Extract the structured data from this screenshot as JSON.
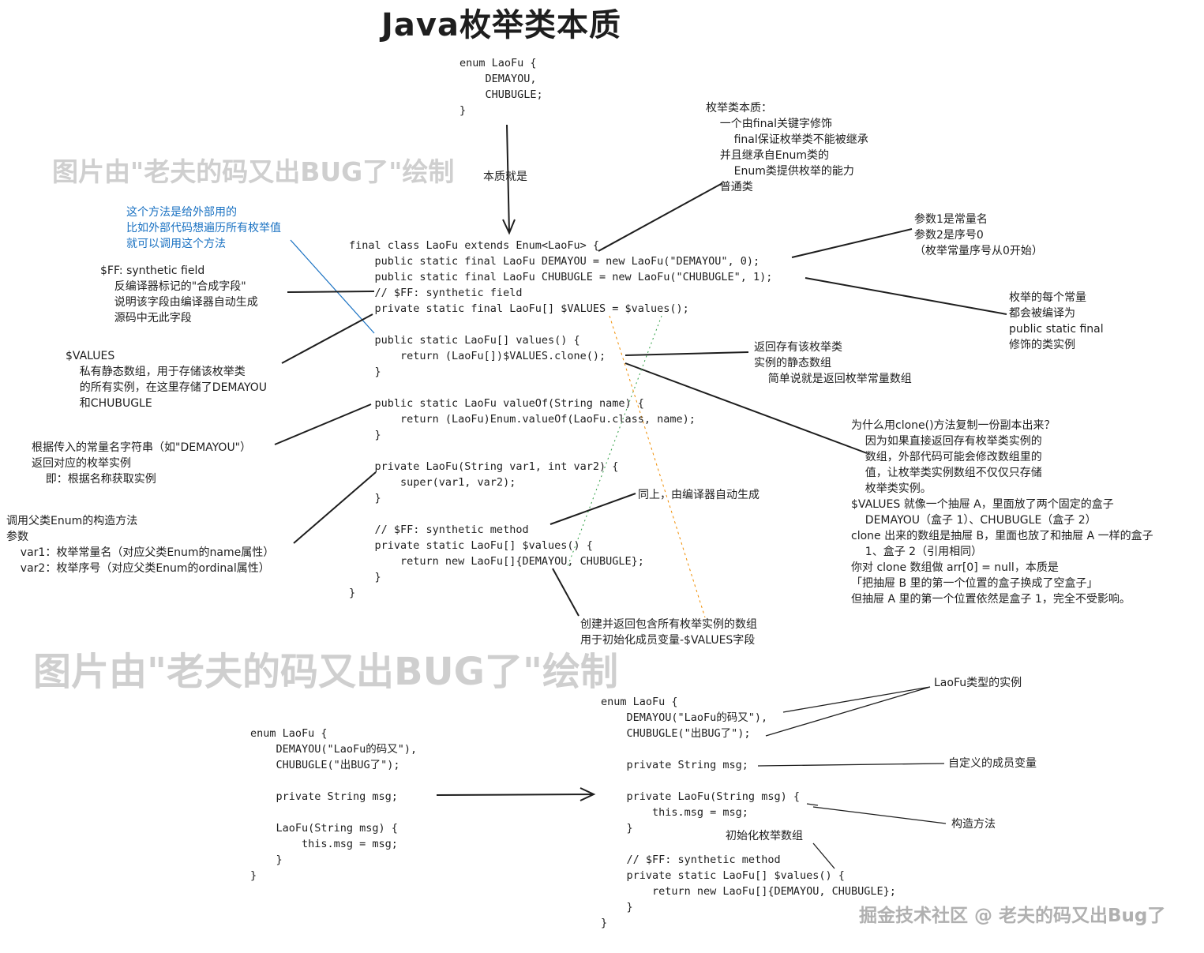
{
  "title": "Java枚举类本质",
  "watermark": "图片由\"老夫的码又出BUG了\"绘制",
  "credit": "掘金技术社区 @ 老夫的码又出Bug了",
  "top_code": [
    "enum LaoFu {",
    "    DEMAYOU,",
    "    CHUBUGLE;",
    "}"
  ],
  "essence_label": "本质就是",
  "essence_note": [
    "枚举类本质：",
    "    一个由final关键字修饰",
    "        final保证枚举类不能被继承",
    "    并且继承自Enum类的",
    "        Enum类提供枚举的能力",
    "    普通类"
  ],
  "main_code": [
    "final class LaoFu extends Enum<LaoFu> {",
    "    public static final LaoFu DEMAYOU = new LaoFu(\"DEMAYOU\", 0);",
    "    public static final LaoFu CHUBUGLE = new LaoFu(\"CHUBUGLE\", 1);",
    "    // $FF: synthetic field",
    "    private static final LaoFu[] $VALUES = $values();",
    "",
    "    public static LaoFu[] values() {",
    "        return (LaoFu[])$VALUES.clone();",
    "    }",
    "",
    "    public static LaoFu valueOf(String name) {",
    "        return (LaoFu)Enum.valueOf(LaoFu.class, name);",
    "    }",
    "",
    "    private LaoFu(String var1, int var2) {",
    "        super(var1, var2);",
    "    }",
    "",
    "    // $FF: synthetic method",
    "    private static LaoFu[] $values() {",
    "        return new LaoFu[]{DEMAYOU, CHUBUGLE};",
    "    }",
    "}"
  ],
  "notes": {
    "values_usage": [
      "这个方法是给外部用的",
      "比如外部代码想遍历所有枚举值",
      "就可以调用这个方法"
    ],
    "synthetic_field": [
      "$FF: synthetic field",
      "    反编译器标记的\"合成字段\"",
      "    说明该字段由编译器自动生成",
      "    源码中无此字段"
    ],
    "values_field": [
      "$VALUES",
      "    私有静态数组，用于存储该枚举类",
      "    的所有实例，在这里存储了DEMAYOU",
      "    和CHUBUGLE"
    ],
    "value_of": [
      "根据传入的常量名字符串（如\"DEMAYOU\"）",
      "返回对应的枚举实例",
      "    即：根据名称获取实例"
    ],
    "constructor": [
      "调用父类Enum的构造方法",
      "参数",
      "    var1：枚举常量名（对应父类Enum的name属性）",
      "    var2：枚举序号（对应父类Enum的ordinal属性）"
    ],
    "params": [
      "参数1是常量名",
      "参数2是序号0",
      "（枚举常量序号从0开始）"
    ],
    "constants": [
      "枚举的每个常量",
      "都会被编译为",
      "public static final",
      "修饰的类实例"
    ],
    "returns_array": [
      "返回存有该枚举类",
      "实例的静态数组",
      "    简单说就是返回枚举常量数组"
    ],
    "why_clone": [
      "为什么用clone()方法复制一份副本出来？",
      "    因为如果直接返回存有枚举类实例的",
      "    数组，外部代码可能会修改数组里的",
      "    值，让枚举类实例数组不仅仅只存储",
      "    枚举类实例。",
      "$VALUES 就像一个抽屉 A，里面放了两个固定的盒子",
      "    DEMAYOU（盒子 1）、CHUBUGLE（盒子 2）",
      "clone 出来的数组是抽屉 B，里面也放了和抽屉 A 一样的盒子",
      "    1、盒子 2（引用相同）",
      "你对 clone 数组做 arr[0] = null，本质是",
      "「把抽屉 B 里的第一个位置的盒子换成了空盒子」",
      "但抽屉 A 里的第一个位置依然是盒子 1，完全不受影响。"
    ],
    "same_above": [
      "同上，由编译器自动生成"
    ],
    "create_array": [
      "创建并返回包含所有枚举实例的数组",
      "用于初始化成员变量-$VALUES字段"
    ],
    "instances": [
      "LaoFu类型的实例"
    ],
    "member": [
      "自定义的成员变量"
    ],
    "ctor": [
      "构造方法"
    ],
    "init_array": [
      "初始化枚举数组"
    ]
  },
  "bottom_left_code": [
    "enum LaoFu {",
    "    DEMAYOU(\"LaoFu的码又\"),",
    "    CHUBUGLE(\"出BUG了\");",
    "",
    "    private String msg;",
    "",
    "    LaoFu(String msg) {",
    "        this.msg = msg;",
    "    }",
    "}"
  ],
  "bottom_right_code": [
    "enum LaoFu {",
    "    DEMAYOU(\"LaoFu的码又\"),",
    "    CHUBUGLE(\"出BUG了\");",
    "",
    "    private String msg;",
    "",
    "    private LaoFu(String msg) {",
    "        this.msg = msg;",
    "    }",
    "",
    "    // $FF: synthetic method",
    "    private static LaoFu[] $values() {",
    "        return new LaoFu[]{DEMAYOU, CHUBUGLE};",
    "    }",
    "}"
  ]
}
